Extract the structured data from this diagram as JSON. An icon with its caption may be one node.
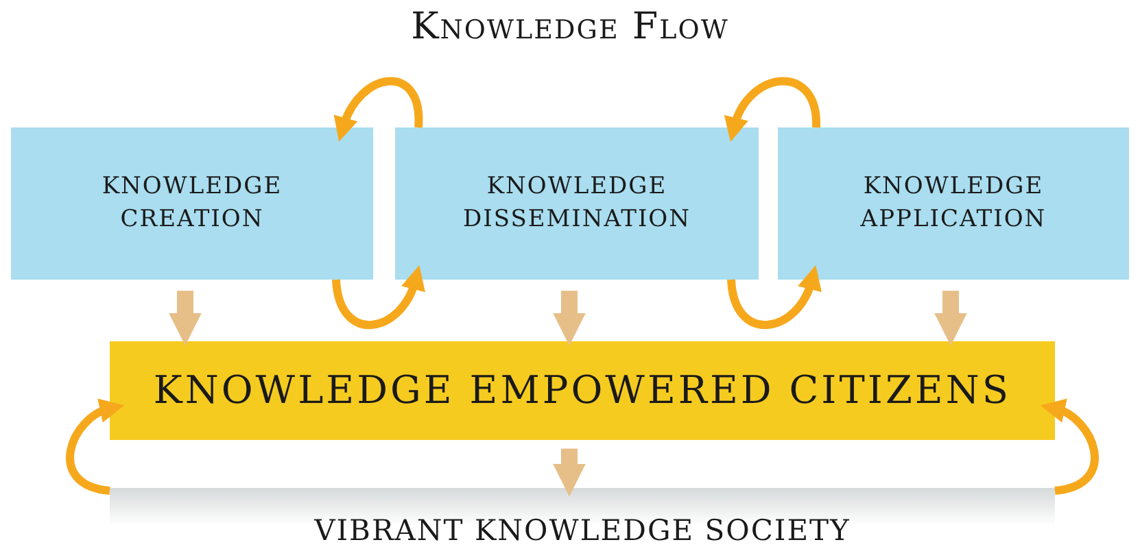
{
  "diagram": {
    "title": "Knowledge Flow",
    "nodes": [
      {
        "text": [
          "KNOWLEDGE CREATION"
        ]
      },
      {
        "text": [
          "KNOWLEDGE DISSEMINATION"
        ]
      },
      {
        "text": [
          "KNOWLEDGE APPLICATION"
        ]
      },
      {
        "text": [
          "KNOWLEDGE EMPOWERED CITIZENS"
        ]
      },
      {
        "text": [
          "VIBRANT KNOWLEDGE SOCIETY"
        ]
      }
    ],
    "edges": [
      {
        "from": 0,
        "to": 3,
        "arrow": "to",
        "style": "thick",
        "color": "#e6bf88"
      },
      {
        "from": 1,
        "to": 3,
        "arrow": "to",
        "style": "thick",
        "color": "#e6bf88"
      },
      {
        "from": 2,
        "to": 3,
        "arrow": "to",
        "style": "thick",
        "color": "#e6bf88"
      },
      {
        "from": 3,
        "to": 4,
        "arrow": "to",
        "style": "thick",
        "color": "#e6bf88"
      },
      {
        "from": 1,
        "to": 0,
        "arrow": "to",
        "color": "#f6a81c"
      },
      {
        "from": 0,
        "to": 1,
        "arrow": "to",
        "color": "#f6a81c"
      },
      {
        "from": 2,
        "to": 1,
        "arrow": "to",
        "color": "#f6a81c"
      },
      {
        "from": 1,
        "to": 2,
        "arrow": "to",
        "color": "#f6a81c"
      },
      {
        "from": 4,
        "to": 3,
        "arrow": "to",
        "color": "#f6a81c"
      },
      {
        "from": 4,
        "to": 3,
        "arrow": "to",
        "color": "#f6a81c"
      }
    ]
  }
}
